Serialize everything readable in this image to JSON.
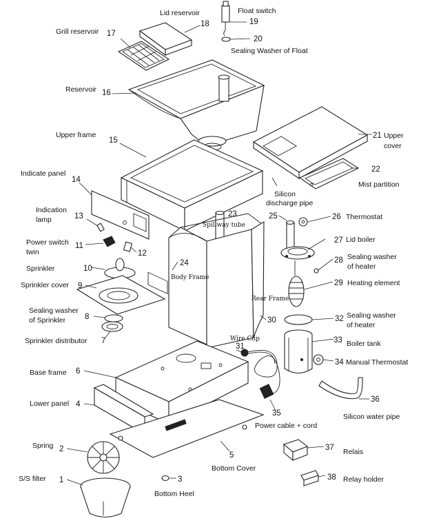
{
  "labels": {
    "lid_reservoir": "Lid reservoir",
    "float_switch": "Float switch",
    "grill_reservoir": "Grill reservoir",
    "sealing_washer_float": "Sealing Washer of Float",
    "reservoir": "Reservoir",
    "upper_frame": "Upper frame",
    "upper_cover_1": "Upper",
    "upper_cover_2": "cover",
    "indicate_panel": "Indicate panel",
    "mist_partition": "Mist partition",
    "silicon_discharge_1": "Silicon",
    "silicon_discharge_2": "discharge pipe",
    "indication_lamp_1": "Indication",
    "indication_lamp_2": "lamp",
    "spillway_tube": "Spillway tube",
    "thermostat": "Thermostat",
    "power_switch_1": "Power switch",
    "power_switch_2": "twin",
    "lid_boiler": "Lid boiler",
    "sprinkler": "Sprinkler",
    "body_frame": "Body Frame",
    "sealing_washer_heater_1a": "Sealing washer",
    "sealing_washer_heater_1b": "of heater",
    "sprinkler_cover": "Sprinkler cover",
    "heating_element": "Heating element",
    "rear_frame": "Rear Frame",
    "sealing_washer_sprinkler_1": "Sealing washer",
    "sealing_washer_sprinkler_2": "of Sprinkler",
    "sealing_washer_heater_2a": "Sealing washer",
    "sealing_washer_heater_2b": "of heater",
    "sprinkler_distributor": "Sprinkler distributor",
    "wire_clip": "Wire Clip",
    "boiler_tank": "Boiler tank",
    "base_frame": "Base frame",
    "manual_thermostat": "Manual Thermostat",
    "lower_panel": "Lower panel",
    "silicon_water_pipe": "Silicon water pipe",
    "power_cable": "Power cable + cord",
    "spring": "Spring",
    "relais": "Relais",
    "bottom_cover": "Bottom Cover",
    "ss_filter": "S/S filter",
    "relay_holder": "Relay holder",
    "bottom_heel": "Bottom Heel"
  },
  "numbers": {
    "n1": "1",
    "n2": "2",
    "n3": "3",
    "n4": "4",
    "n5": "5",
    "n6": "6",
    "n7": "7",
    "n8": "8",
    "n9": "9",
    "n10": "10",
    "n11": "11",
    "n12": "12",
    "n13": "13",
    "n14": "14",
    "n15": "15",
    "n16": "16",
    "n17": "17",
    "n18": "18",
    "n19": "19",
    "n20": "20",
    "n21": "21",
    "n22": "22",
    "n23": "23",
    "n24": "24",
    "n25": "25",
    "n26": "26",
    "n27": "27",
    "n28": "28",
    "n29": "29",
    "n30": "30",
    "n31": "31",
    "n32": "32",
    "n33": "33",
    "n34": "34",
    "n35": "35",
    "n36": "36",
    "n37": "37",
    "n38": "38"
  }
}
